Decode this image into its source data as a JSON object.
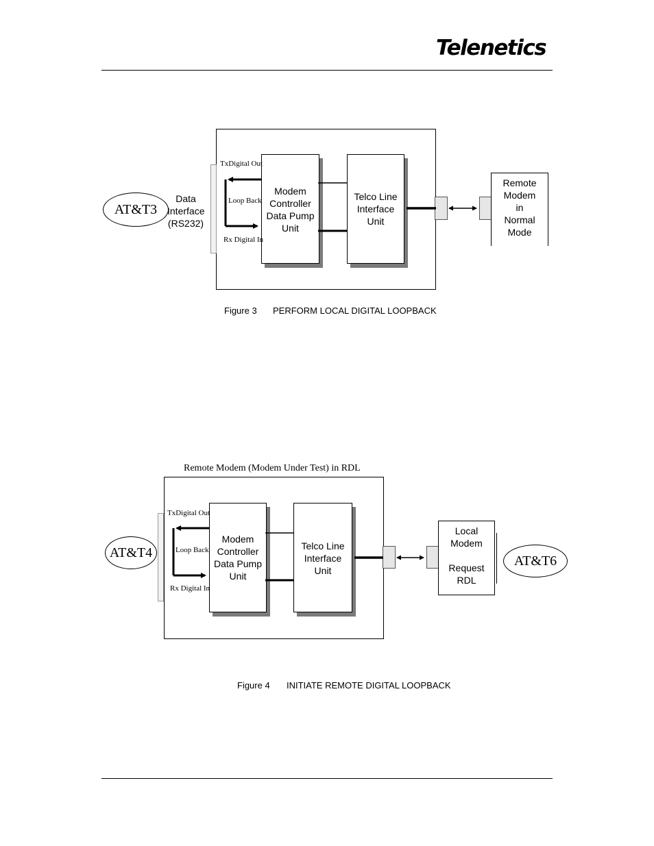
{
  "header": {
    "logo": "Telenetics"
  },
  "figure3": {
    "data_interface": [
      "Data",
      "Interface",
      "(RS232)"
    ],
    "tx_out": "TxDigital Out",
    "loop_back": "Loop Back",
    "rx_in": "Rx Digital In",
    "modem_unit": [
      "Modem",
      "Controller",
      "Data Pump",
      "Unit"
    ],
    "telco_unit": [
      "Telco Line",
      "Interface",
      "Unit"
    ],
    "remote_modem": [
      "Remote",
      "Modem",
      "in",
      "Normal",
      "Mode"
    ],
    "at_command": "AT&T3",
    "caption_num": "Figure 3",
    "caption_text": "PERFORM LOCAL DIGITAL LOOPBACK"
  },
  "figure4": {
    "title": "Remote Modem (Modem Under Test) in RDL",
    "tx_out": "TxDigital Out",
    "loop_back": "Loop Back",
    "rx_in": "Rx Digital In",
    "modem_unit": [
      "Modem",
      "Controller",
      "Data Pump",
      "Unit"
    ],
    "telco_unit": [
      "Telco Line",
      "Interface",
      "Unit"
    ],
    "local_modem": [
      "Local",
      "Modem",
      "",
      "Request",
      "RDL"
    ],
    "at_command_left": "AT&T4",
    "at_command_right": "AT&T6",
    "caption_num": "Figure 4",
    "caption_text": "INITIATE REMOTE DIGITAL LOOPBACK"
  }
}
